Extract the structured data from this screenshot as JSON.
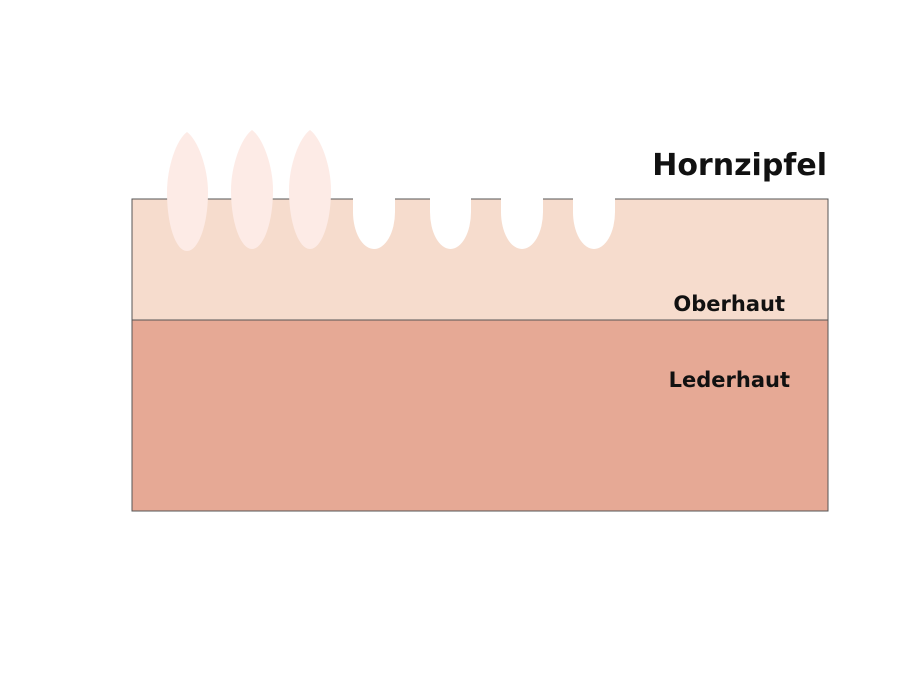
{
  "labels": {
    "hornzipfel": "Hornzipfel",
    "oberhaut": "Oberhaut",
    "lederhaut": "Lederhaut"
  },
  "colors": {
    "oberhaut_fill": "#f6dccd",
    "lederhaut_fill": "#e6a995",
    "border": "#555555",
    "horn_fill": "#fdebe6",
    "pit_fill": "#ffffff"
  }
}
